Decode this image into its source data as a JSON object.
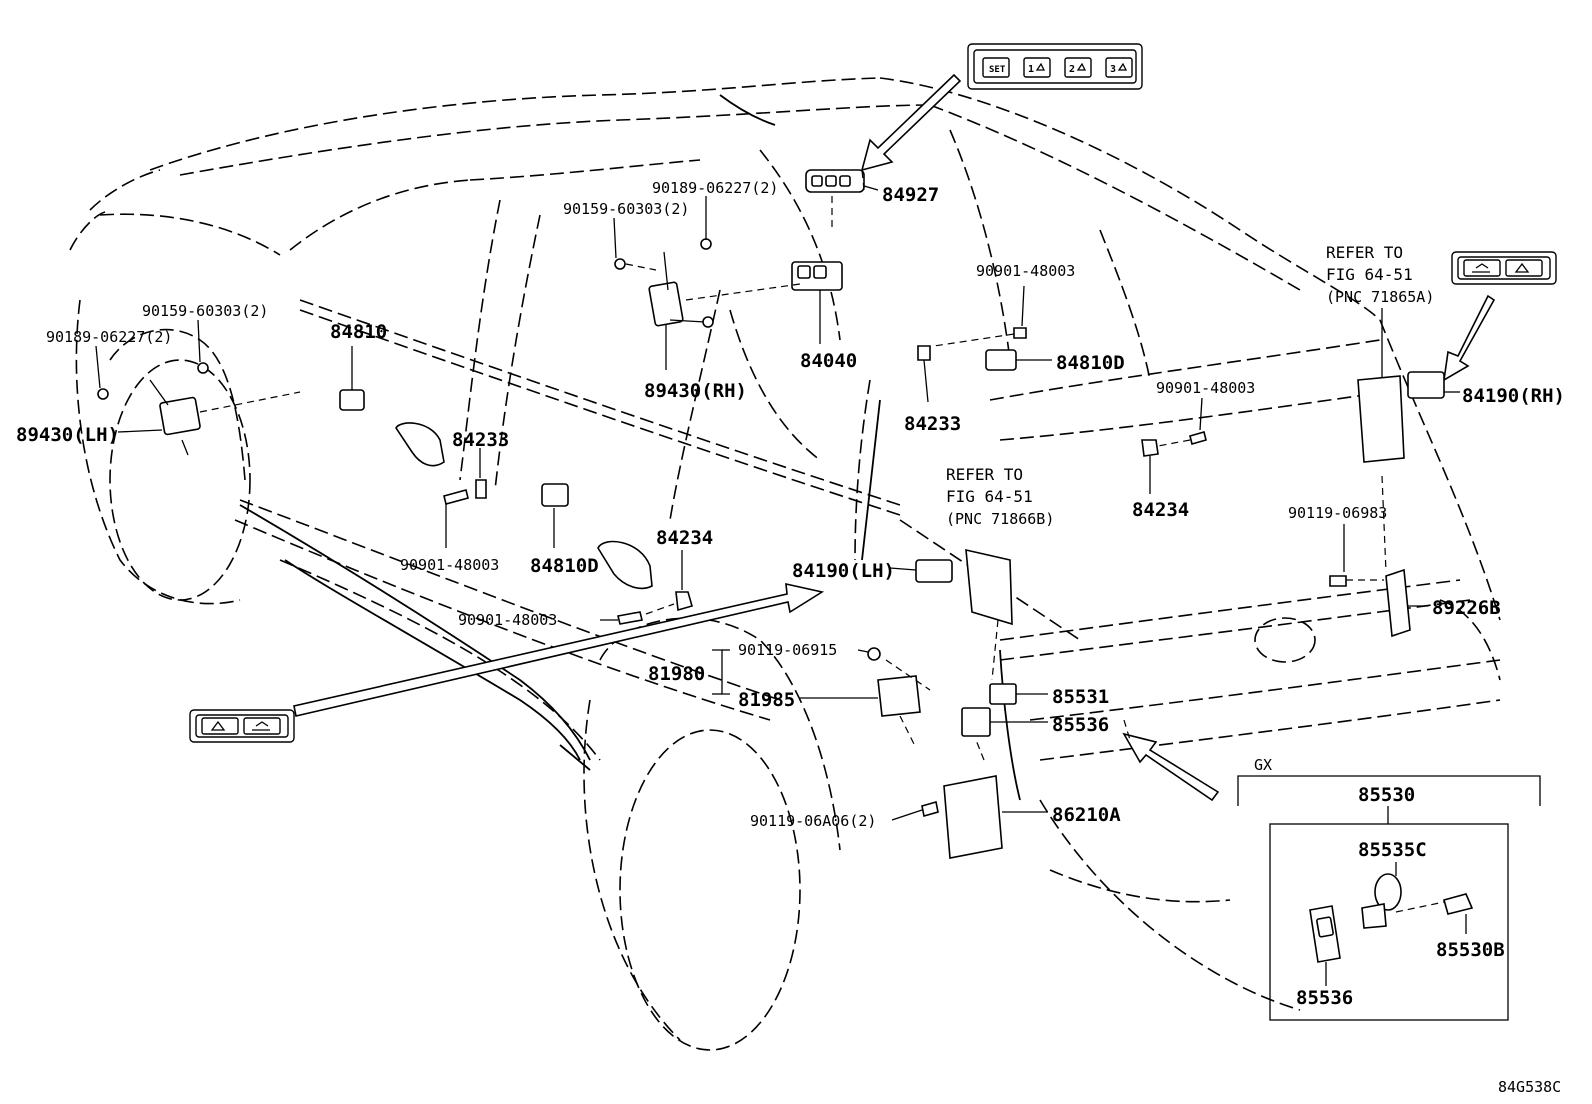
{
  "diagram_code": "84G538C",
  "gx_label": "GX",
  "switch_icons": {
    "top_panel": [
      "SET",
      "1",
      "2",
      "3"
    ]
  },
  "parts": [
    {
      "id": "p84927",
      "label": "84927"
    },
    {
      "id": "p90189_rh",
      "label": "90189-06227(2)"
    },
    {
      "id": "p90159_rh",
      "label": "90159-60303(2)"
    },
    {
      "id": "p89430_rh",
      "label": "89430(RH)"
    },
    {
      "id": "p84040",
      "label": "84040"
    },
    {
      "id": "p90159_lh",
      "label": "90159-60303(2)"
    },
    {
      "id": "p90189_lh",
      "label": "90189-06227(2)"
    },
    {
      "id": "p89430_lh",
      "label": "89430(LH)"
    },
    {
      "id": "p84810",
      "label": "84810"
    },
    {
      "id": "p84233_l",
      "label": "84233"
    },
    {
      "id": "p90901_a",
      "label": "90901-48003"
    },
    {
      "id": "p84810D_l",
      "label": "84810D"
    },
    {
      "id": "p84234_l",
      "label": "84234"
    },
    {
      "id": "p90901_b",
      "label": "90901-48003"
    },
    {
      "id": "p84190_lh",
      "label": "84190(LH)"
    },
    {
      "id": "p90901_c",
      "label": "90901-48003"
    },
    {
      "id": "p84810D_r",
      "label": "84810D"
    },
    {
      "id": "p84233_r",
      "label": "84233"
    },
    {
      "id": "p90901_d",
      "label": "90901-48003"
    },
    {
      "id": "p84234_r",
      "label": "84234"
    },
    {
      "id": "p84190_rh",
      "label": "84190(RH)"
    },
    {
      "id": "p90119_06983",
      "label": "90119-06983"
    },
    {
      "id": "p89226B",
      "label": "89226B"
    },
    {
      "id": "p90119_06915",
      "label": "90119-06915"
    },
    {
      "id": "p81980",
      "label": "81980"
    },
    {
      "id": "p81985",
      "label": "81985"
    },
    {
      "id": "p85531",
      "label": "85531"
    },
    {
      "id": "p85536_main",
      "label": "85536"
    },
    {
      "id": "p90119_06A06",
      "label": "90119-06A06(2)"
    },
    {
      "id": "p86210A",
      "label": "86210A"
    },
    {
      "id": "p85530",
      "label": "85530"
    },
    {
      "id": "p85535C",
      "label": "85535C"
    },
    {
      "id": "p85530B",
      "label": "85530B"
    },
    {
      "id": "p85536_box",
      "label": "85536"
    }
  ],
  "references": {
    "ref_rh": {
      "line1": "REFER TO",
      "line2": "FIG 64-51",
      "line3": "(PNC 71865A)"
    },
    "ref_lh": {
      "line1": "REFER TO",
      "line2": "FIG 64-51",
      "line3": "(PNC 71866B)"
    }
  }
}
